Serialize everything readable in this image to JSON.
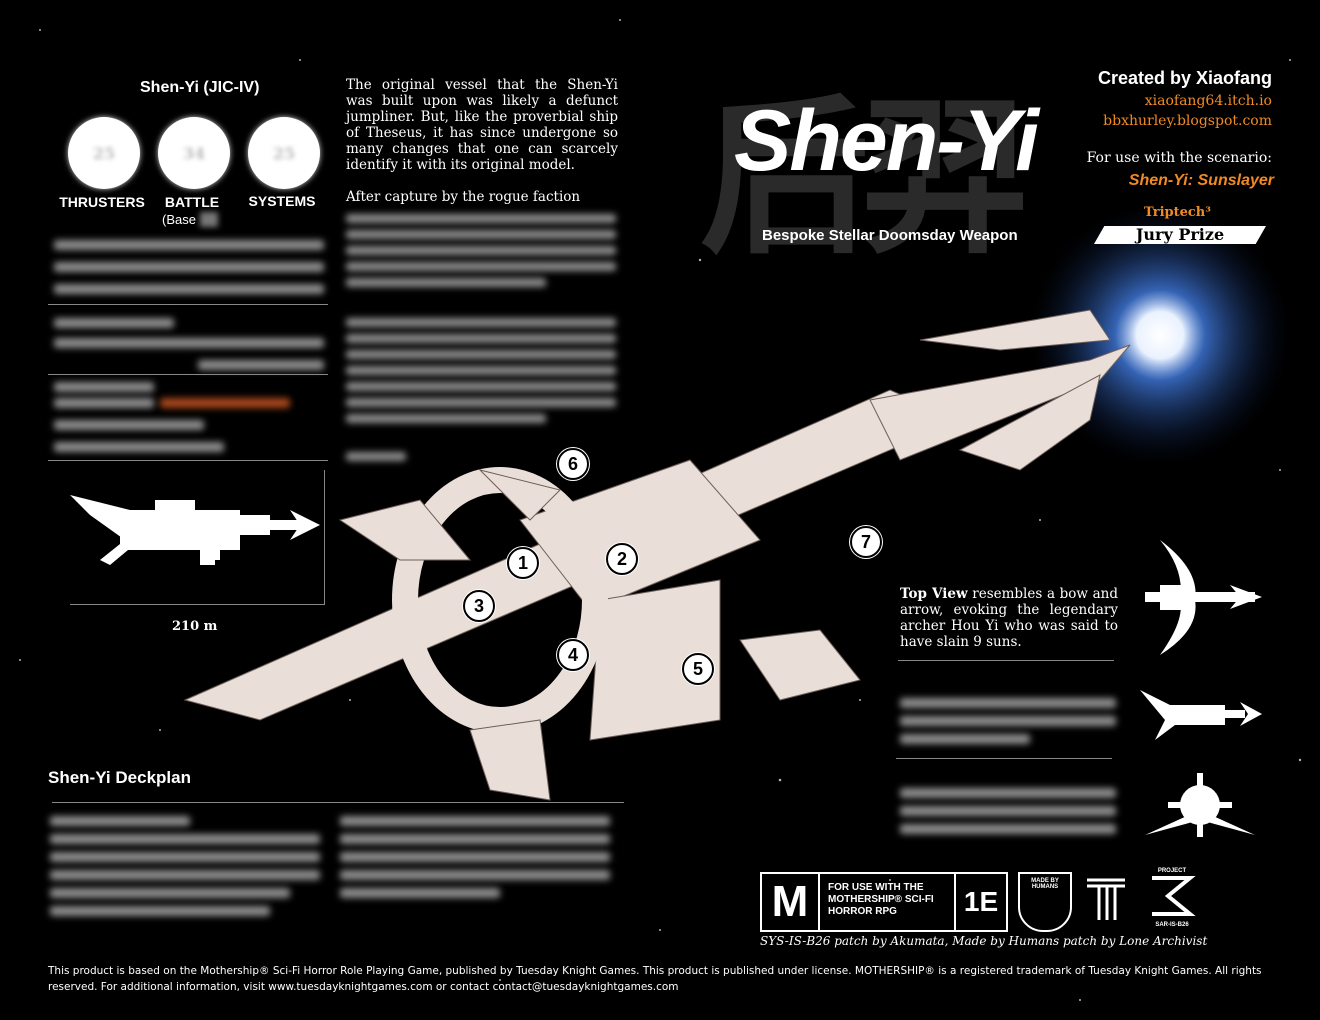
{
  "ship_card": {
    "name": "Shen-Yi (JIC-IV)",
    "stats": [
      {
        "label": "THRUSTERS",
        "value": "25"
      },
      {
        "label": "BATTLE",
        "value": "34",
        "sub": "(Base"
      },
      {
        "label": "SYSTEMS",
        "value": "25"
      }
    ],
    "length_label": "210 m"
  },
  "intro": {
    "p1": "The original vessel that the Shen-Yi was built upon was likely a defunct jumpliner. But, like the proverbial ship of Theseus, it has since undergone so many changes that one can scarcely identify it with its original model.",
    "p2_start": "After capture by the rogue faction"
  },
  "title": {
    "main": "Shen-Yi",
    "subtitle": "Bespoke Stellar Doomsday Weapon",
    "glyphs": "后羿"
  },
  "credits": {
    "created_by": "Created by Xiaofang",
    "link1": "xiaofang64.itch.io",
    "link2": "bbxhurley.blogspot.com",
    "scenario_label": "For use with the scenario:",
    "scenario_name": "Shen-Yi: Sunslayer",
    "award_top": "Triptech³",
    "award_main": "Jury Prize"
  },
  "callouts": [
    "1",
    "2",
    "3",
    "4",
    "5",
    "6",
    "7"
  ],
  "top_view": {
    "bold": "Top View",
    "text": " resembles a bow and arrow, evoking the legendary archer Hou Yi who was said to have slain 9 suns."
  },
  "deckplan": {
    "title": "Shen-Yi Deckplan"
  },
  "badges": {
    "m_logo": "M",
    "mothership_text": "FOR USE WITH THE MOTHERSHIP® SCI-FI HORROR RPG",
    "edition": "1E",
    "made_by": "MADE BY HUMANS",
    "project_top": "PROJECT",
    "project_bottom": "SAR-IS-B26",
    "patch_credit": "SYS-IS-B26 patch by Akumata, Made by Humans patch by Lone Archivist"
  },
  "legal": "This product is based on the Mothership® Sci-Fi Horror Role Playing Game, published by Tuesday Knight Games. This product is published under license. MOTHERSHIP® is a registered trademark of Tuesday Knight Games. All rights reserved. For additional information, visit www.tuesdayknightgames.com or contact contact@tuesdayknightgames.com",
  "colors": {
    "accent": "#f08a24",
    "background": "#000000",
    "glow": "#5aa0ff"
  }
}
